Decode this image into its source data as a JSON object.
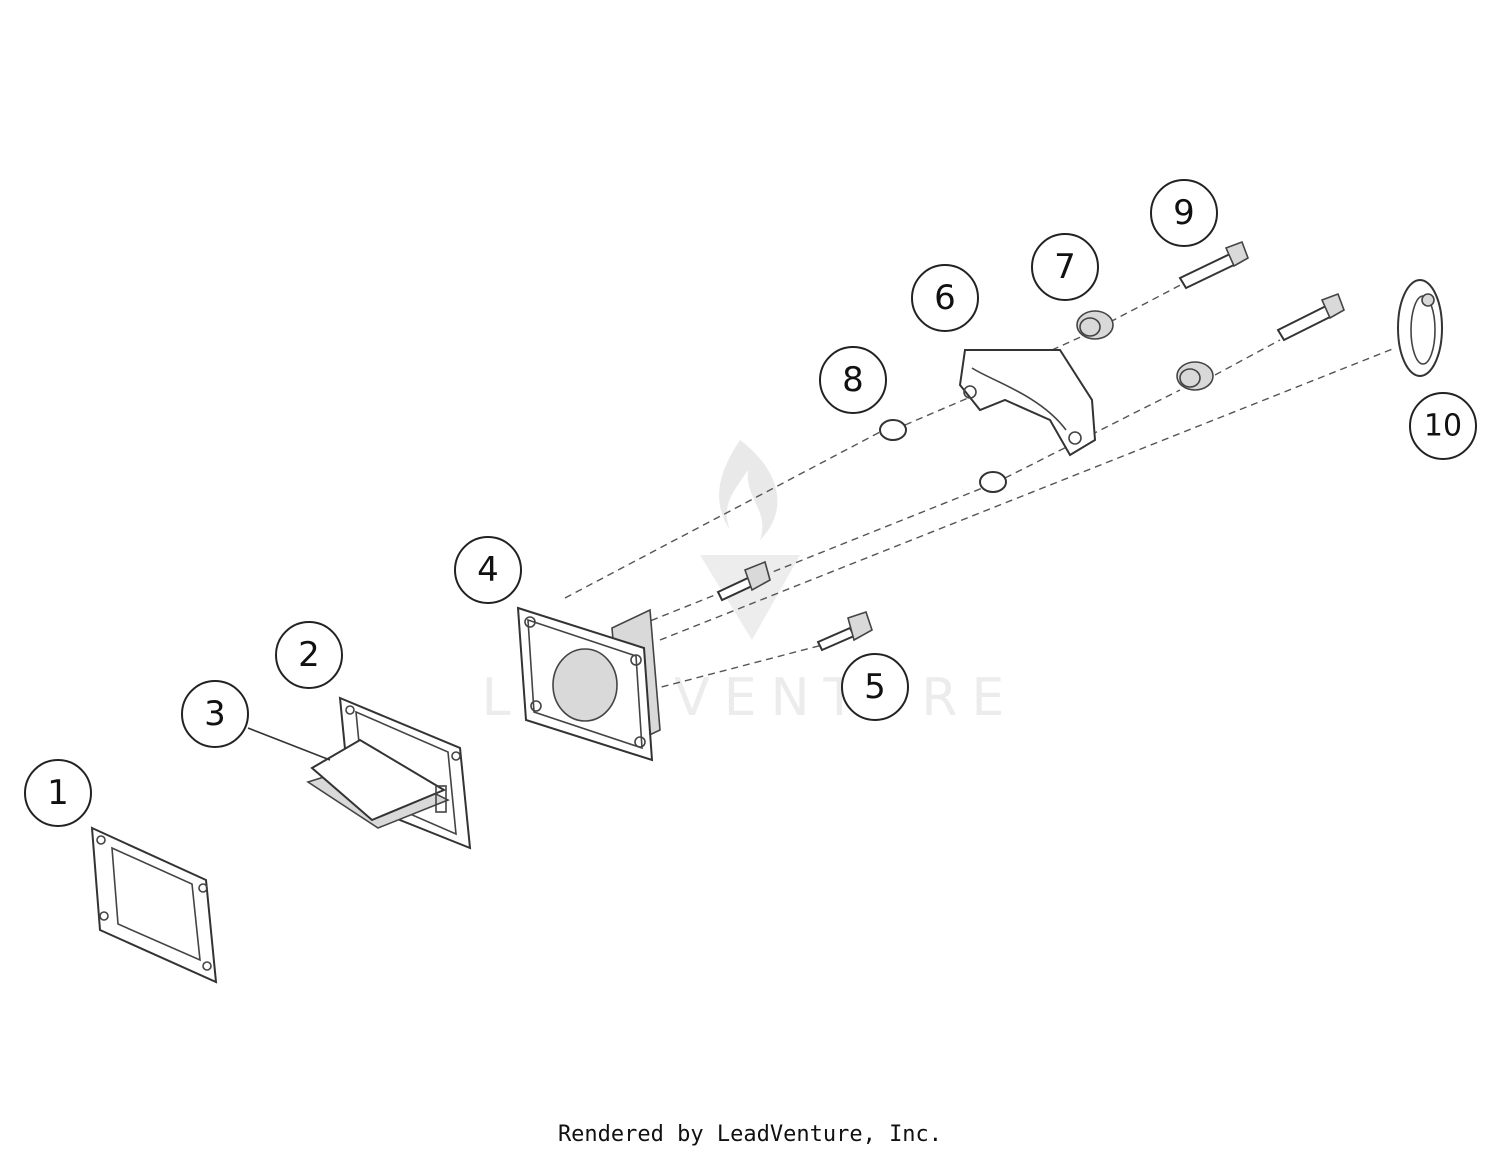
{
  "callouts": [
    {
      "label": "1"
    },
    {
      "label": "2"
    },
    {
      "label": "3"
    },
    {
      "label": "4"
    },
    {
      "label": "5"
    },
    {
      "label": "6"
    },
    {
      "label": "7"
    },
    {
      "label": "8"
    },
    {
      "label": "9"
    },
    {
      "label": "10"
    }
  ],
  "watermark": {
    "text": "LEADVENTURE"
  },
  "footer": {
    "text": "Rendered by LeadVenture, Inc."
  }
}
